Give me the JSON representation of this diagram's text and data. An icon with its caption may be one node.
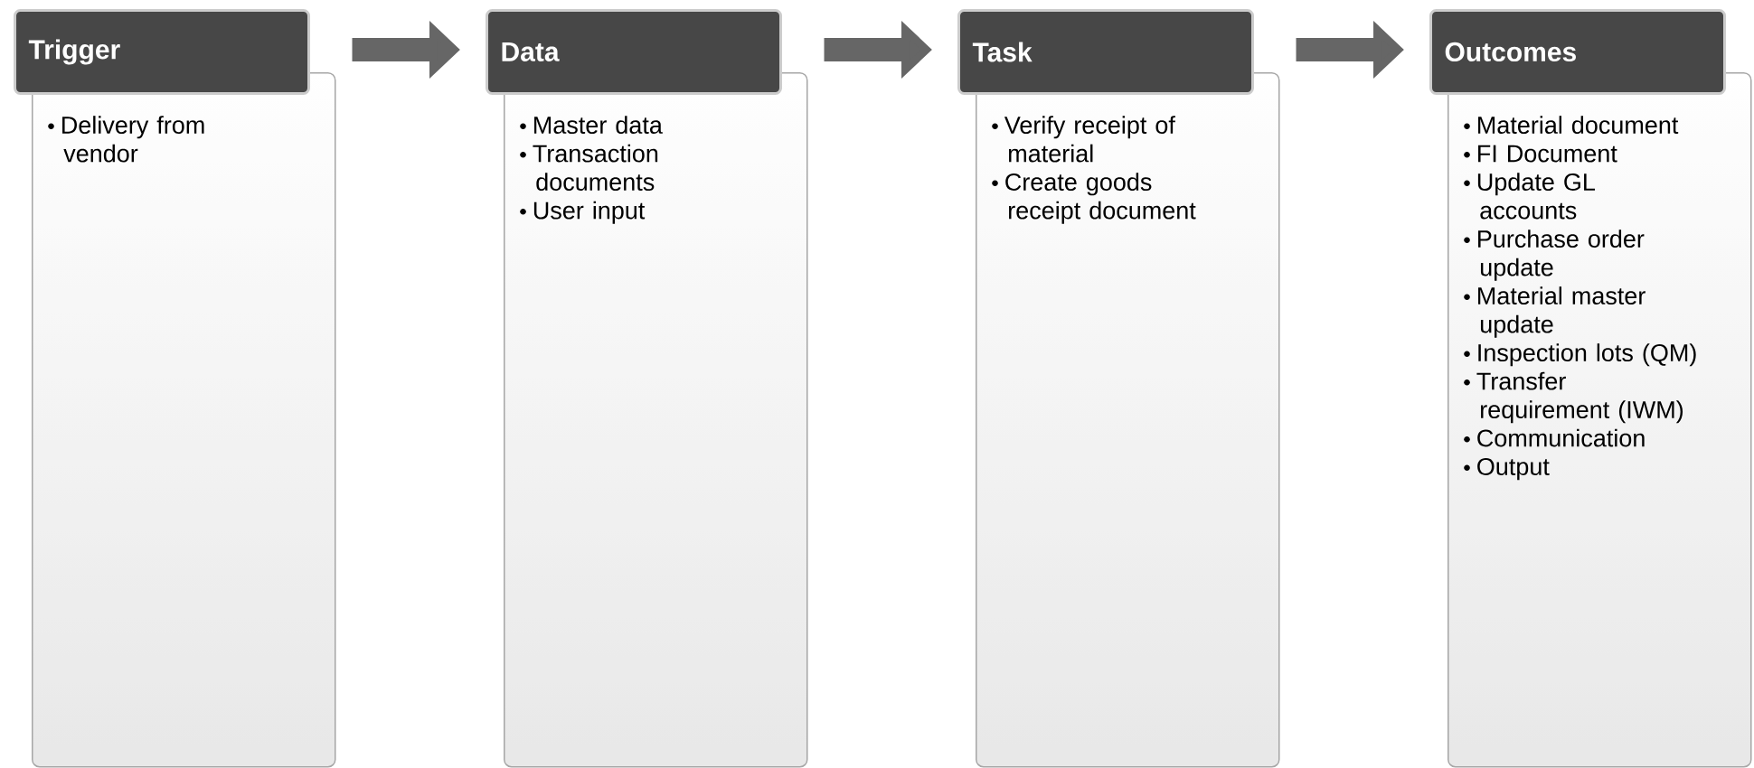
{
  "diagram": {
    "nodes": [
      {
        "text": [
          "Trigger",
          "Delivery from vendor"
        ]
      },
      {
        "text": [
          "Data",
          "Master data",
          "Transaction documents",
          "User input"
        ]
      },
      {
        "text": [
          "Task",
          "Verify receipt of material",
          "Create goods receipt document"
        ]
      },
      {
        "text": [
          "Outcomes",
          "Material document",
          "FI Document",
          "Update GL accounts",
          "Purchase order update",
          "Material master update",
          "Inspection lots (QM)",
          "Transfer requirement (IWM)",
          "Communication",
          "Output"
        ]
      }
    ],
    "edges": [
      {
        "from": 0,
        "to": 1,
        "arrow": "to"
      },
      {
        "from": 1,
        "to": 2,
        "arrow": "to"
      },
      {
        "from": 2,
        "to": 3,
        "arrow": "to"
      }
    ]
  }
}
